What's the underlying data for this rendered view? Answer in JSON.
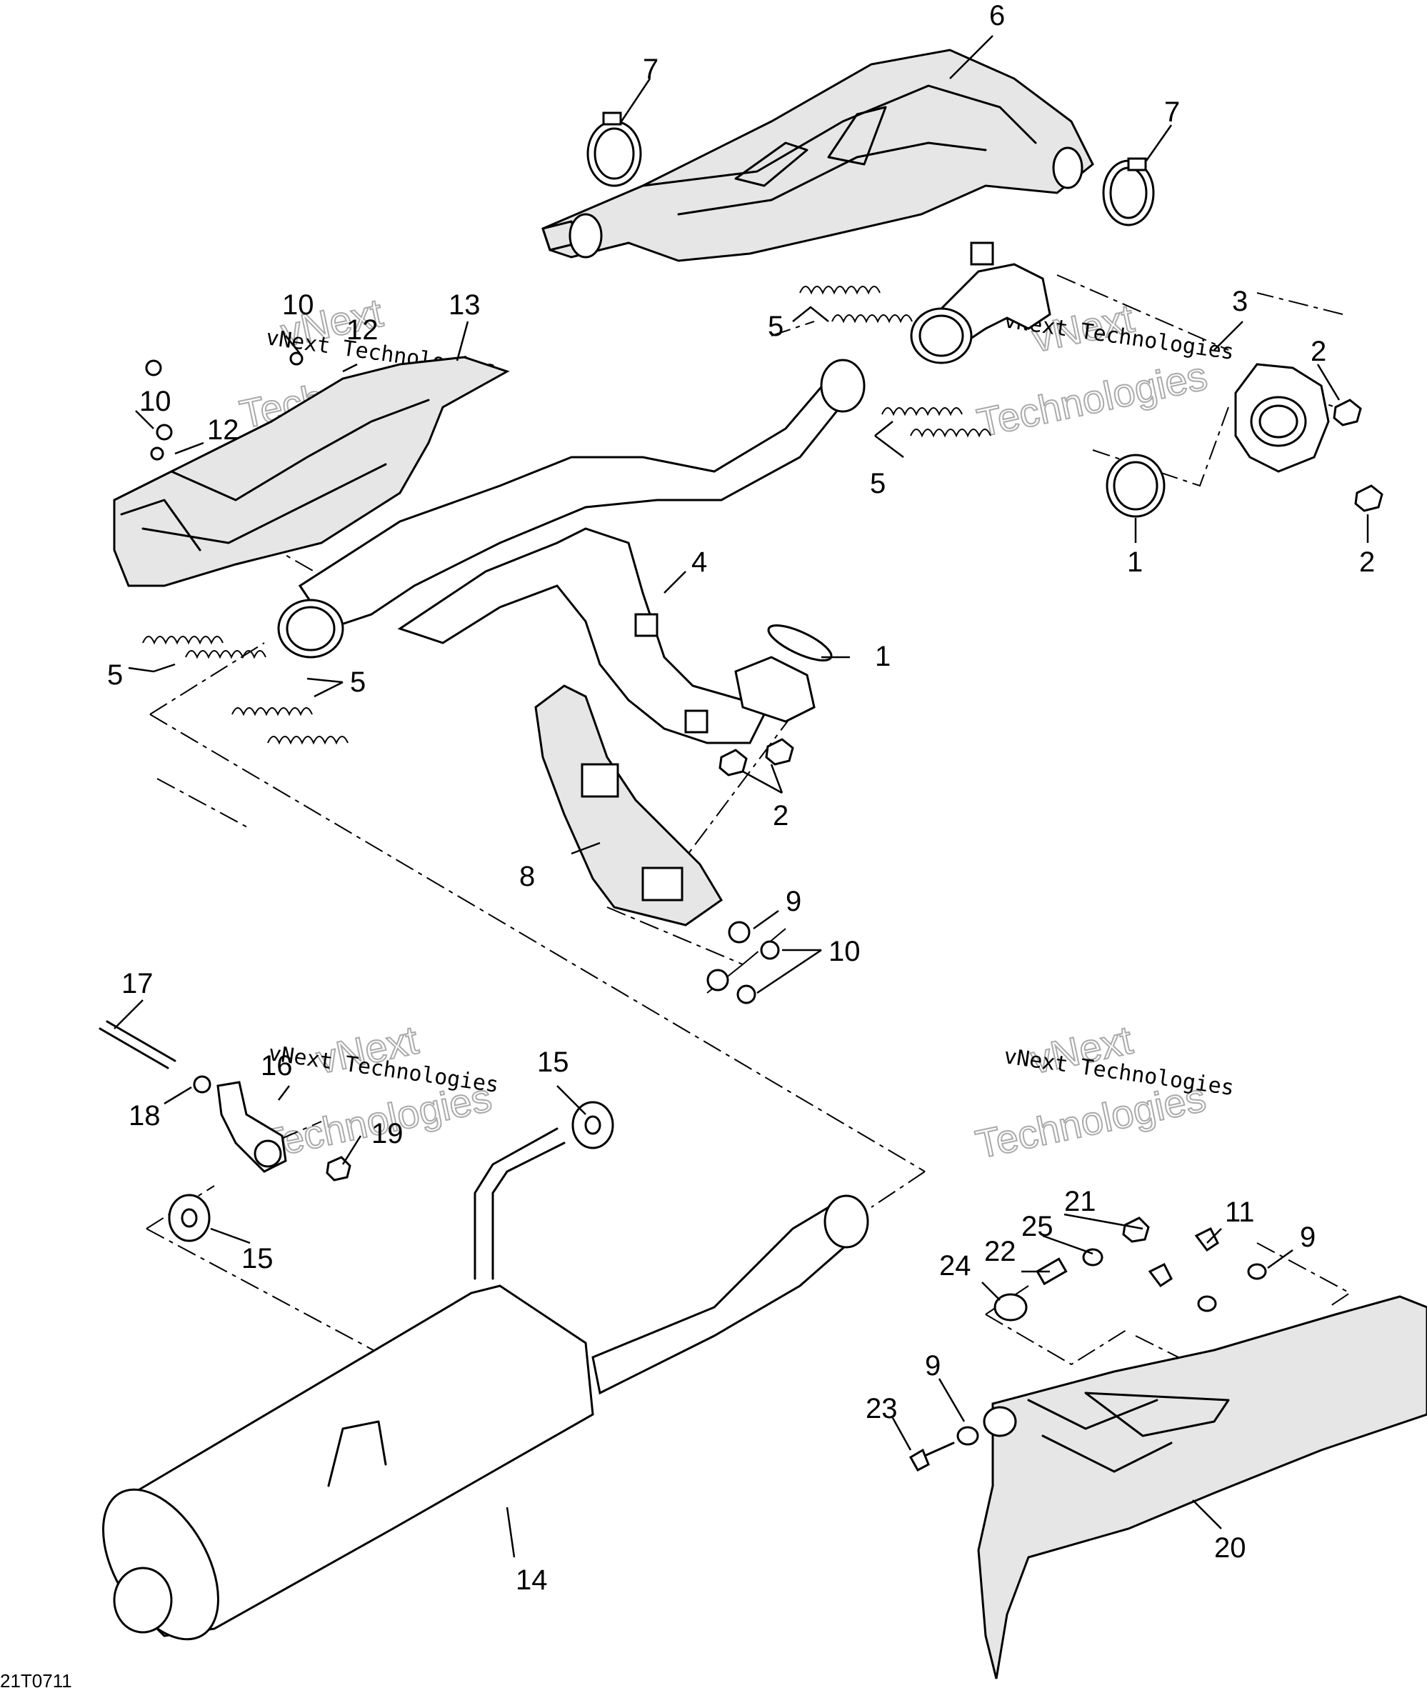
{
  "diagram": {
    "callouts": [
      {
        "id": "c6",
        "label": "6"
      },
      {
        "id": "c7a",
        "label": "7"
      },
      {
        "id": "c7b",
        "label": "7"
      },
      {
        "id": "c3",
        "label": "3"
      },
      {
        "id": "c2a",
        "label": "2"
      },
      {
        "id": "c2b",
        "label": "2"
      },
      {
        "id": "c1a",
        "label": "1"
      },
      {
        "id": "c5a",
        "label": "5"
      },
      {
        "id": "c5b",
        "label": "5"
      },
      {
        "id": "c10a",
        "label": "10"
      },
      {
        "id": "c12a",
        "label": "12"
      },
      {
        "id": "c13",
        "label": "13"
      },
      {
        "id": "c10b",
        "label": "10"
      },
      {
        "id": "c12b",
        "label": "12"
      },
      {
        "id": "c4",
        "label": "4"
      },
      {
        "id": "c1b",
        "label": "1"
      },
      {
        "id": "c5c",
        "label": "5"
      },
      {
        "id": "c5d",
        "label": "5"
      },
      {
        "id": "c2c",
        "label": "2"
      },
      {
        "id": "c8",
        "label": "8"
      },
      {
        "id": "c9a",
        "label": "9"
      },
      {
        "id": "c10c",
        "label": "10"
      },
      {
        "id": "c17",
        "label": "17"
      },
      {
        "id": "c16",
        "label": "16"
      },
      {
        "id": "c18",
        "label": "18"
      },
      {
        "id": "c19",
        "label": "19"
      },
      {
        "id": "c15a",
        "label": "15"
      },
      {
        "id": "c15b",
        "label": "15"
      },
      {
        "id": "c14",
        "label": "14"
      },
      {
        "id": "c21",
        "label": "21"
      },
      {
        "id": "c25",
        "label": "25"
      },
      {
        "id": "c22",
        "label": "22"
      },
      {
        "id": "c24",
        "label": "24"
      },
      {
        "id": "c11",
        "label": "11"
      },
      {
        "id": "c9b",
        "label": "9"
      },
      {
        "id": "c9c",
        "label": "9"
      },
      {
        "id": "c23",
        "label": "23"
      },
      {
        "id": "c20",
        "label": "20"
      }
    ],
    "watermarks": [
      {
        "id": "w1",
        "line1": "vNext",
        "line2": "Technologies",
        "line3": "vNext Technologies"
      },
      {
        "id": "w2",
        "line1": "vNext",
        "line2": "Technologies",
        "line3": "vNext Technologies"
      },
      {
        "id": "w3",
        "line1": "vNext",
        "line2": "Technologies",
        "line3": "vNext Technologies"
      },
      {
        "id": "w4",
        "line1": "vNext",
        "line2": "Technologies",
        "line3": "vNext Technologies"
      }
    ],
    "drawing_code": "21T0711"
  }
}
